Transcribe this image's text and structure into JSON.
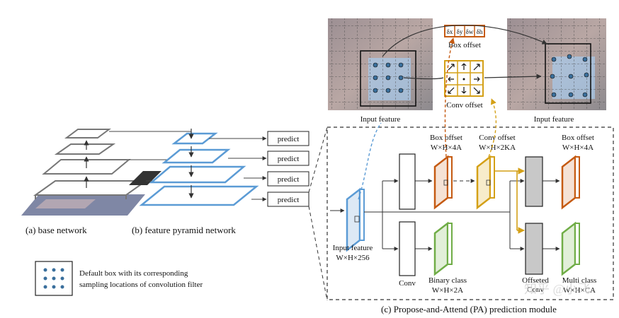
{
  "captions": {
    "base_network": "(a) base network",
    "feature_pyramid": "(b) feature pyramid network",
    "pa_module": "(c) Propose-and-Attend (PA) prediction module"
  },
  "predict_labels": [
    "predict",
    "predict",
    "predict",
    "predict"
  ],
  "legend": {
    "line1": "Default box with its corresponding",
    "line2": "sampling locations of convolution filter"
  },
  "top": {
    "input_feature_left": "Input feature",
    "input_feature_right": "Input feature",
    "box_offset": "Box offset",
    "conv_offset": "Conv offset",
    "delta_symbols": [
      "δx",
      "δy",
      "δw",
      "δh"
    ]
  },
  "module": {
    "box_offset_1_title": "Box offset",
    "box_offset_1_dim": "W×H×4A",
    "conv_offset_title": "Conv offset",
    "conv_offset_dim": "W×H×2KA",
    "box_offset_2_title": "Box offset",
    "box_offset_2_dim": "W×H×4A",
    "input_feature": "Input feature",
    "input_dim": "W×H×256",
    "conv": "Conv",
    "binary_class": "Binary class",
    "binary_dim": "W×H×2A",
    "offseted": "Offseted",
    "conv2": "Conv",
    "multi_class": "Multi class",
    "multi_dim": "W×H×CA"
  },
  "watermark": "知乎 @小飞",
  "colors": {
    "blue": "#5b9bd5",
    "orange": "#c55a11",
    "yellow": "#d4a017",
    "green": "#70ad47",
    "gray": "#c8c8c8"
  }
}
